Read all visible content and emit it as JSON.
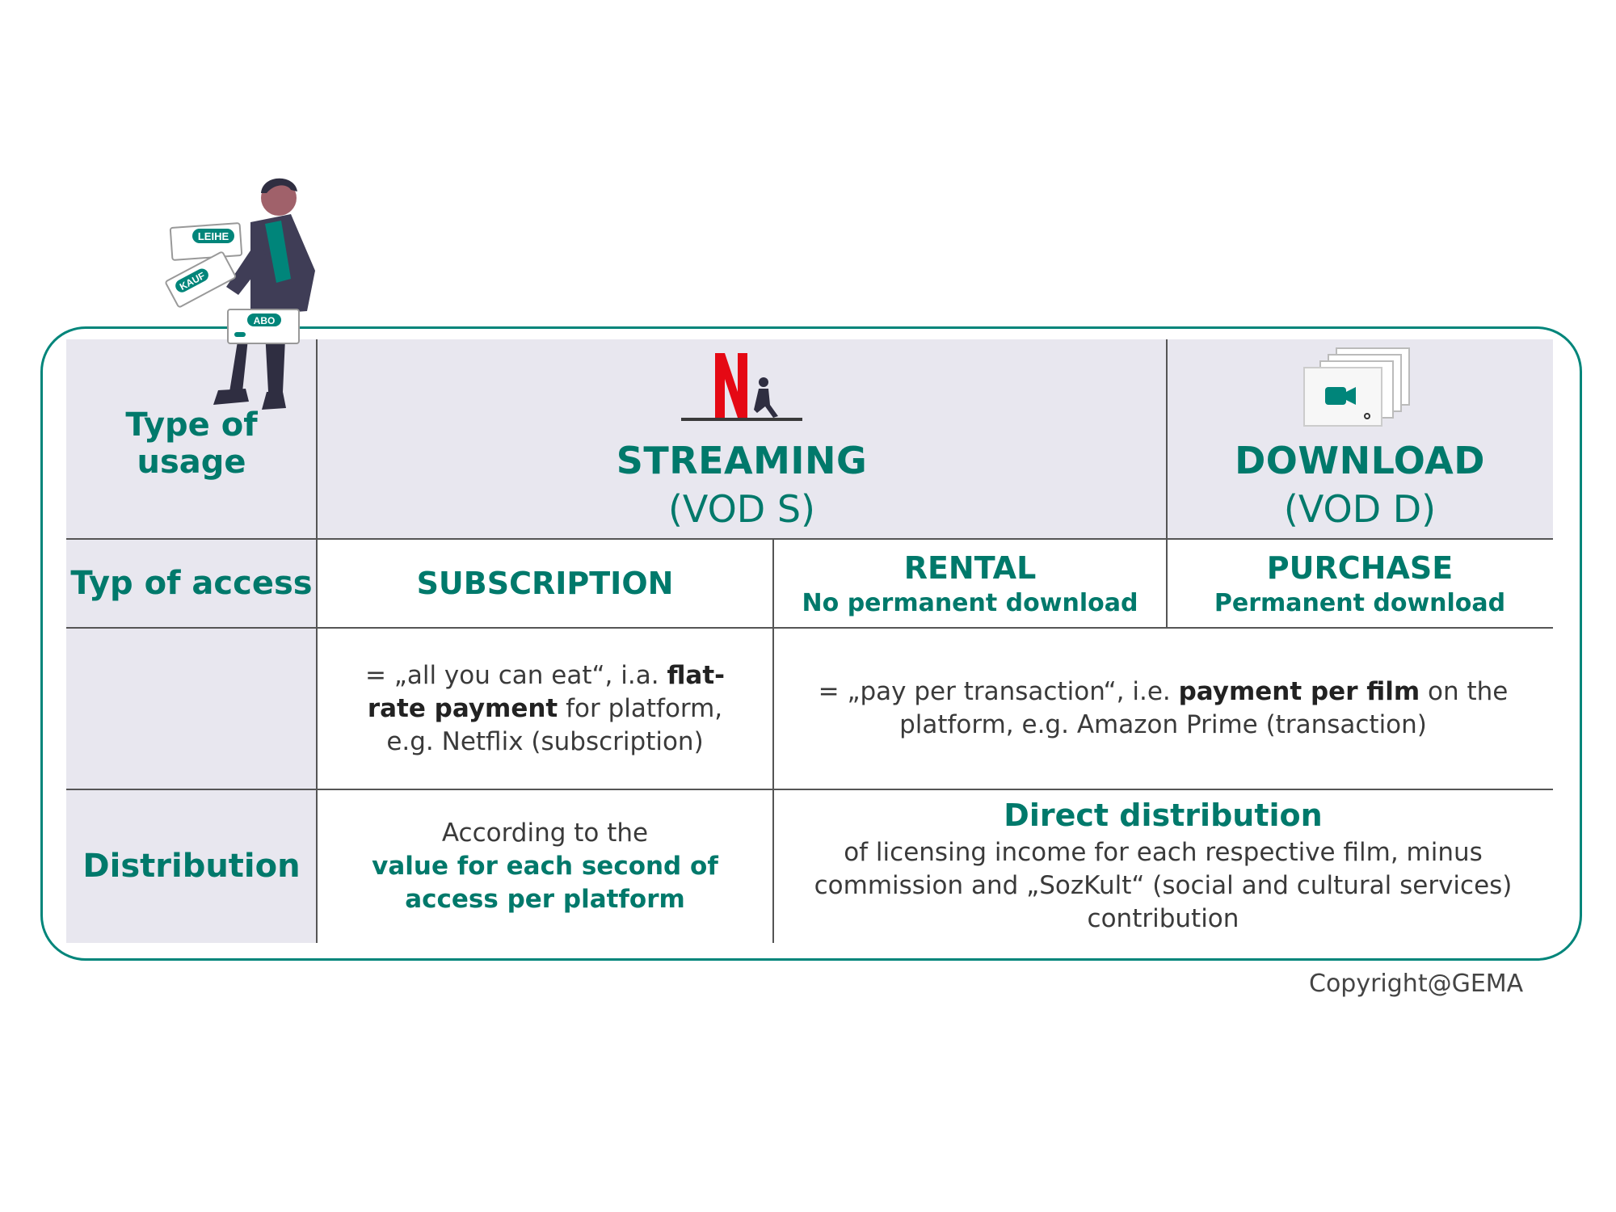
{
  "header": {
    "row_label": "Type of usage",
    "streaming_title": "STREAMING",
    "streaming_sub": "(VOD S)",
    "download_title": "DOWNLOAD",
    "download_sub": "(VOD D)"
  },
  "access": {
    "row_label": "Typ of access",
    "subscription": "SUBSCRIPTION",
    "rental_title": "RENTAL",
    "rental_sub": "No permanent download",
    "purchase_title": "PURCHASE",
    "purchase_sub": "Permanent download"
  },
  "description": {
    "subscription": {
      "pre": "= „all you can eat“, i.a. ",
      "bold1": "flat-rate payment",
      "post": " for platform, e.g. Netflix (subscription)"
    },
    "transaction": {
      "pre": "= „pay per transaction“, i.e. ",
      "bold1": "payment per film",
      "post": " on the platform, e.g.  Amazon Prime (transaction)"
    }
  },
  "distribution": {
    "row_label": "Distribution",
    "left_pre": "According to the",
    "left_teal": "value for each second of access per platform",
    "right_title": "Direct distribution",
    "right_text": "of licensing income for each respective film, minus commission and „SozKult“ (social and cultural services) contribution"
  },
  "illustration": {
    "tag_leihe": "LEIHE",
    "tag_kauf": "KAUF",
    "tag_abo": "ABO"
  },
  "footer": {
    "copyright": "Copyright@GEMA"
  },
  "colors": {
    "accent": "#00796b",
    "header_bg": "#e8e7ef",
    "netflix_red": "#e50914"
  },
  "icons": [
    "netflix-logo-icon",
    "video-camera-icon"
  ]
}
